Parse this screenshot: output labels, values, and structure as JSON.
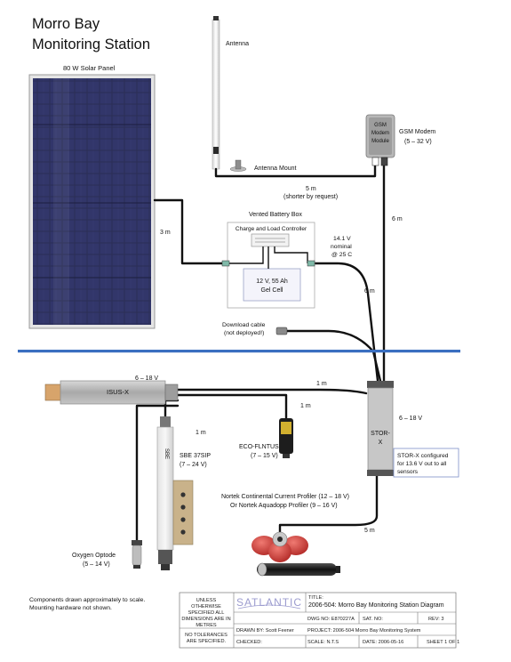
{
  "title_lines": [
    "Morro Bay",
    "Monitoring Station"
  ],
  "labels": {
    "solar_panel": "80 W Solar Panel",
    "antenna": "Antenna",
    "antenna_mount": "Antenna Mount",
    "gsm_box_lines": [
      "GSM",
      "Modem",
      "Module"
    ],
    "gsm_label": "GSM Modem",
    "gsm_voltage": "(5 – 32 V)",
    "cable_5m": "5 m",
    "cable_5m_note": "(shorter by request)",
    "cable_6m_top": "6 m",
    "cable_3m": "3 m",
    "battery_box_title": "Vented Battery Box",
    "charge_controller": "Charge and Load Controller",
    "battery_line1": "12 V, 55 Ah",
    "battery_line2": "Gel Cell",
    "nominal_lines": [
      "14.1 V",
      "nominal",
      "@ 25 C"
    ],
    "cable_6m_mid": "6 m",
    "download_lines": [
      "Download cable",
      "(not deployed!)"
    ],
    "isus_label": "ISUS-X",
    "isus_voltage": "6 – 18 V",
    "cable_1m_a": "1 m",
    "cable_1m_b": "1 m",
    "cable_1m_c": "1 m",
    "storx_lines": [
      "STOR-",
      "X"
    ],
    "storx_voltage": "6 – 18 V",
    "storx_note_lines": [
      "STOR-X configured",
      "for 13.6 V out to all",
      "sensors"
    ],
    "eco_label": "ECO-FLNTUS",
    "eco_voltage": "(7 – 15 V)",
    "sbe_label": "SBE 37SIP",
    "sbe_voltage": "(7 – 24 V)",
    "sbe_body_text": "SBE",
    "nortek_line1": "Nortek Continental Current Profiler (12 – 18 V)",
    "nortek_line2": "Or Nortek Aquadopp Profiler (9 – 16 V)",
    "cable_5m_bottom": "5 m",
    "optode_lines": [
      "Oxygen Optode",
      "(5 – 14 V)"
    ],
    "footnote_lines": [
      "Components drawn approximately to scale.",
      "Mounting hardware not shown."
    ]
  },
  "title_block": {
    "unless_lines": [
      "UNLESS",
      "OTHERWISE",
      "SPECIFIED ALL",
      "DIMENSIONS ARE IN",
      "METRES"
    ],
    "tolerance_lines": [
      "NO TOLERANCES",
      "ARE SPECIFIED."
    ],
    "logo": "SATLANTIC",
    "title_caption": "TITLE:",
    "title_text": "2006-504: Morro Bay Monitoring Station Diagram",
    "dwg_no": "DWG NO: E870227A",
    "sat_no": "SAT. NO:",
    "rev": "REV: 3",
    "drawn_by": "DRAWN BY: Scott Feener",
    "project": "PROJECT: 2006-504 Morro Bay Monitoring System",
    "checked": "CHECKED:",
    "scale": "SCALE: N.T.S",
    "date": "DATE: 2006-05-16",
    "sheet": "SHEET 1 OF 1"
  },
  "colors": {
    "cable": "#111111",
    "waterline": "#3a6fc0",
    "panel": "#2c2f58",
    "logo": "#9c9ccf",
    "isus_body": "#b7b7b7",
    "isus_cap": "#d7a46b",
    "nortek_red": "#d9443f"
  }
}
